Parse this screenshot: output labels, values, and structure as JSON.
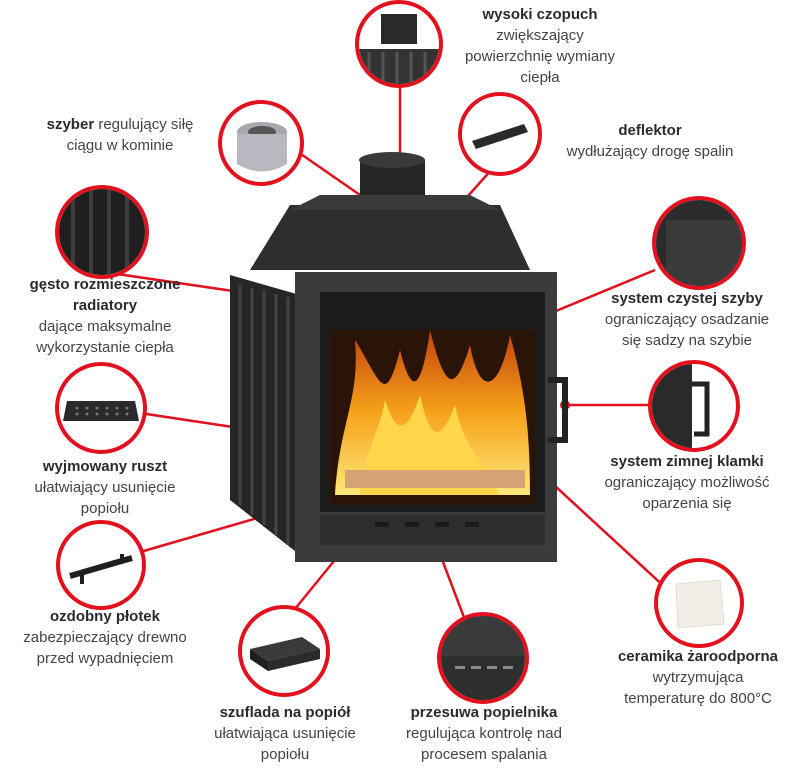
{
  "labels": {
    "chimney": {
      "title": "wysoki czopuch",
      "lines": [
        "zwiększający",
        "powierzchnię wymiany",
        "ciepła"
      ]
    },
    "damper": {
      "title": "szyber",
      "rest": " regulujący siłę",
      "lines": [
        "ciągu w kominie"
      ]
    },
    "deflector": {
      "title": "deflektor",
      "lines": [
        "wydłużający drogę spalin"
      ]
    },
    "radiators": {
      "title1": "gęsto rozmieszczone",
      "title2": "radiatory",
      "lines": [
        "dające maksymalne",
        "wykorzystanie ciepła"
      ]
    },
    "glass": {
      "title": "system czystej szyby",
      "lines": [
        "ograniczający osadzanie",
        "się sadzy na szybie"
      ]
    },
    "grate": {
      "title": "wyjmowany ruszt",
      "lines": [
        "ułatwiający usunięcie",
        "popiołu"
      ]
    },
    "handle": {
      "title": "system zimnej klamki",
      "lines": [
        "ograniczający możliwość",
        "oparzenia się"
      ]
    },
    "fence": {
      "title": "ozdobny płotek",
      "lines": [
        "zabezpieczający drewno",
        "przed wypadnięciem"
      ]
    },
    "ceramic": {
      "title": "ceramika żaroodporna",
      "lines": [
        "wytrzymująca",
        "temperaturę do 800°C"
      ]
    },
    "drawer": {
      "title": "szuflada na popiół",
      "lines": [
        "ułatwiająca usunięcie",
        "popiołu"
      ]
    },
    "slider": {
      "title": "przesuwa popielnika",
      "lines": [
        "regulująca kontrolę nad",
        "procesem spalania"
      ]
    }
  },
  "colors": {
    "accent": "#e3101e",
    "iron": "#2c2c2c",
    "flame": "#f6a21b"
  }
}
